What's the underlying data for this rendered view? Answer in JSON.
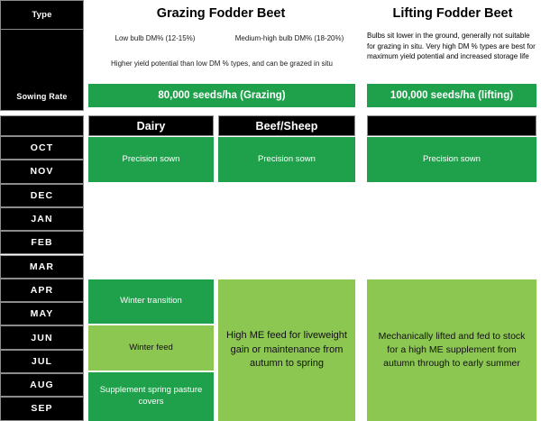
{
  "row_labels": {
    "type": "Type",
    "sowing_rate": "Sowing Rate",
    "blank_header": ""
  },
  "columns": {
    "grazing": {
      "title": "Grazing Fodder Beet",
      "sub_left": "Low bulb DM% (12-15%)",
      "sub_right": "Medium-high bulb DM% (18-20%)",
      "note": "Higher yield potential than low DM % types, and can be grazed in situ",
      "sowing_rate": "80,000 seeds/ha (Grazing)",
      "stock_headers": [
        "Dairy",
        "Beef/Sheep"
      ]
    },
    "lifting": {
      "title": "Lifting Fodder Beet",
      "description": "Bulbs sit lower in the ground, generally not suitable for grazing in situ. Very high DM % types are best for maximum yield potential and increased storage life",
      "sowing_rate": "100,000 seeds/ha (lifting)",
      "stock_header": ""
    }
  },
  "months": [
    "OCT",
    "NOV",
    "DEC",
    "JAN",
    "FEB",
    "MAR",
    "APR",
    "MAY",
    "JUN",
    "JUL",
    "AUG",
    "SEP"
  ],
  "blocks": {
    "dairy_precision": "Precision sown",
    "beefsheep_precision": "Precision sown",
    "lifting_precision": "Precision sown",
    "dairy_winter_transition": "Winter transition",
    "dairy_winter_feed": "Winter feed",
    "dairy_supplement": "Supplement spring pasture covers",
    "beefsheep_feed": "High ME feed for liveweight gain or maintenance from autumn to spring",
    "lifting_feed": "Mechanically lifted and fed to stock for a high ME supplement from autumn through to early summer"
  },
  "colors": {
    "dark_green": "#1fa14b",
    "light_green": "#8cc751",
    "black": "#000000",
    "border_grey": "#8c8c8c"
  }
}
